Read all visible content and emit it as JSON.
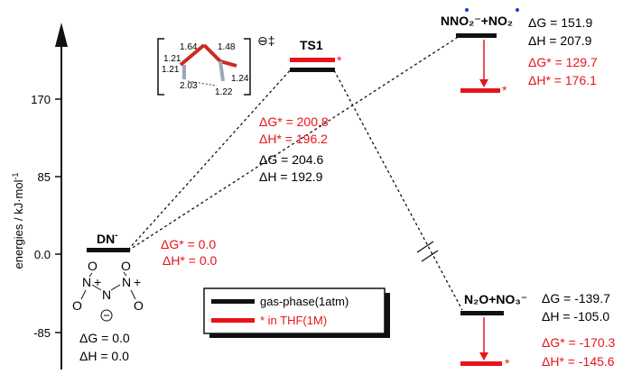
{
  "axis": {
    "label": "energies / kJ·mol",
    "label_sup": "-1",
    "ticks": [
      "170",
      "85",
      "0.0",
      "-85"
    ]
  },
  "species": {
    "dn": {
      "label": "DN",
      "label_sup": "-",
      "dG": "ΔG = 0.0",
      "dH": "ΔH = 0.0",
      "dG_thf": "ΔG* = 0.0",
      "dH_thf": "ΔH* = 0.0"
    },
    "ts1": {
      "label": "TS1",
      "dagger": "⊖‡",
      "bonds": [
        "1.64",
        "1.48",
        "1.21",
        "1.21",
        "1.24",
        "2.03",
        "1.22"
      ],
      "dG_thf": "ΔG* = 200.8",
      "dH_thf": "ΔH* = 196.2",
      "dG": "ΔG = 204.6",
      "dH": "ΔH = 192.9",
      "star": "*"
    },
    "nno2": {
      "label": "NNO₂⁻+NO₂",
      "dG": "ΔG = 151.9",
      "dH": "ΔH = 207.9",
      "dG_thf": "ΔG* = 129.7",
      "dH_thf": "ΔH* = 176.1",
      "star": "*"
    },
    "n2o": {
      "label": "N₂O+NO₃⁻",
      "dG": "ΔG = -139.7",
      "dH": "ΔH = -105.0",
      "dG_thf": "ΔG* = -170.3",
      "dH_thf": "ΔH* = -145.6",
      "star": "*"
    }
  },
  "legend": {
    "gas_label": "gas-phase(1atm)",
    "thf_label": "* in THF(1M)"
  },
  "colors": {
    "gas": "#111111",
    "thf": "#e8131b",
    "molecule_oxygen": "#cc2a1e",
    "molecule_nitrogen": "#9aa9b6",
    "dot": "#1f3fbf"
  }
}
